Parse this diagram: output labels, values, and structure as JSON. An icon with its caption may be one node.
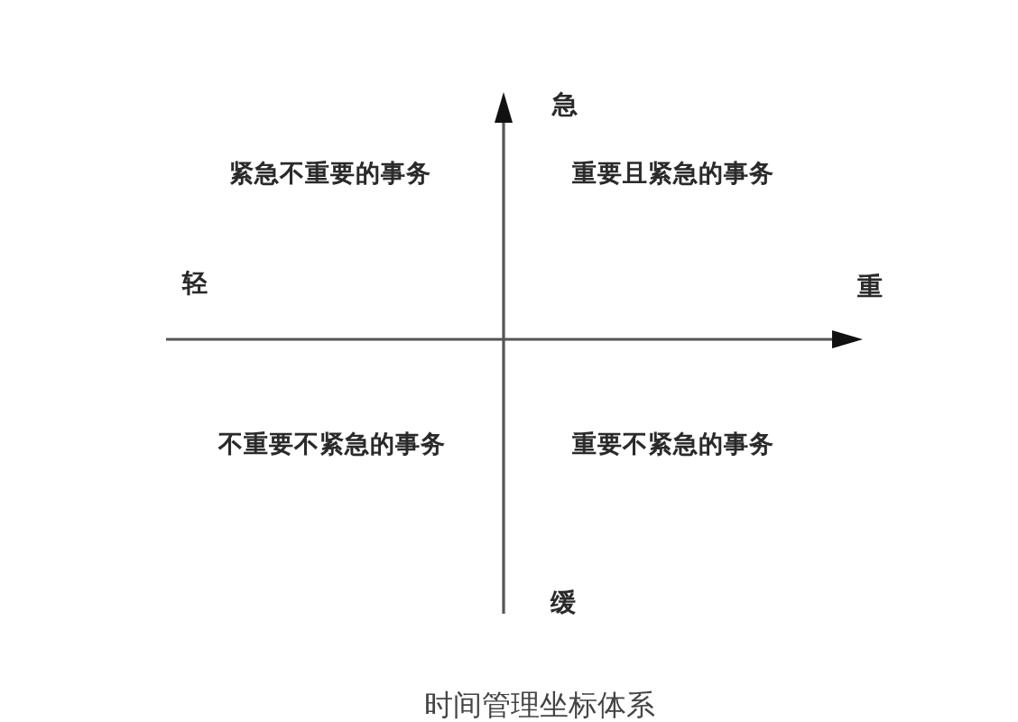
{
  "diagram": {
    "caption": "时间管理坐标体系",
    "labels": [
      "急",
      "紧急不重要的事务",
      "重要且紧急的事务",
      "轻",
      "重",
      "不重要不紧急的事务",
      "重要不紧急的事务",
      "缓"
    ]
  }
}
